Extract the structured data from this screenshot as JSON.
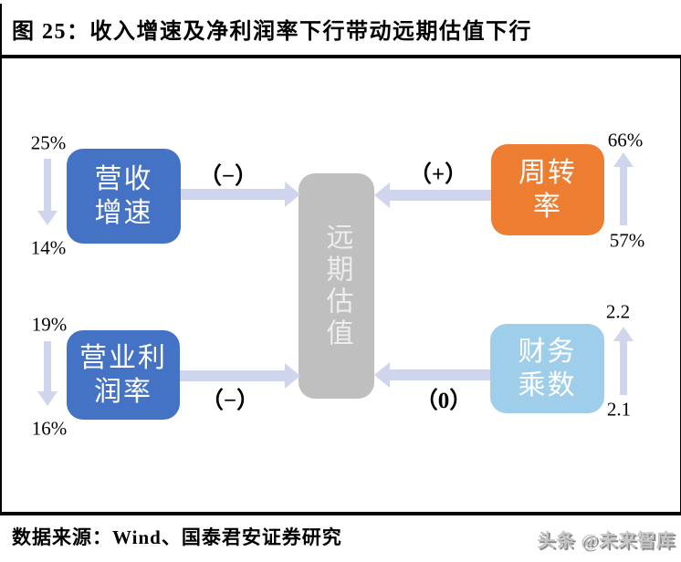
{
  "title": "图 25：收入增速及净利润率下行带动远期估值下行",
  "figure": {
    "center": {
      "label": "远期估值",
      "color": "#BFBFBF"
    },
    "nodes": [
      {
        "name": "revenue-growth",
        "line1": "营收",
        "line2": "增速",
        "color": "#4472C4",
        "sign": "（−）",
        "value_top": "25%",
        "value_bottom": "14%",
        "trend_arrow": "down"
      },
      {
        "name": "operating-profit-margin",
        "line1": "营业利",
        "line2": "润率",
        "color": "#4472C4",
        "sign": "（−）",
        "value_top": "19%",
        "value_bottom": "16%",
        "trend_arrow": "down"
      },
      {
        "name": "turnover-rate",
        "line1": "周转",
        "line2": "率",
        "color": "#ED7D31",
        "sign": "（+）",
        "value_top": "66%",
        "value_bottom": "57%",
        "trend_arrow": "up"
      },
      {
        "name": "financial-multiplier",
        "line1": "财务",
        "line2": "乘数",
        "color": "#9FCEEA",
        "sign": "（0）",
        "value_top": "2.2",
        "value_bottom": "2.1",
        "trend_arrow": "up"
      }
    ],
    "connector_color": "#CFD5ED"
  },
  "footer": {
    "source": "数据来源：Wind、国泰君安证券研究",
    "watermark": "头条 @未来智库"
  }
}
